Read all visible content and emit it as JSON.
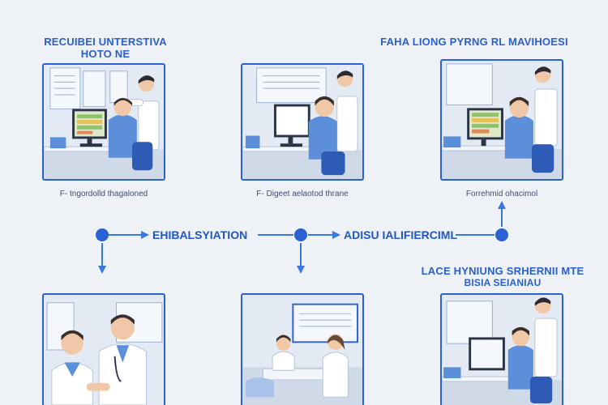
{
  "titles": {
    "top_left_line1": "RECUIBEI UNTERSTIVA",
    "top_left_line2": "HOTO NE",
    "top_right": "FAHA LIONG PYRNG RL MAVIHOESI",
    "bottom_right_line1": "LACE HYNIUNG SRHERNII MTE",
    "bottom_right_line2": "BISIA SEIANIAU"
  },
  "captions": {
    "panel1": "F- tngordolld thagaloned",
    "panel2": "F- Digeet aelaotod thrane",
    "panel3": "Forrehmid ohacimol"
  },
  "flow": {
    "label1": "EHIBALSYIATION",
    "label2": "ADISU IALIFIERCIML"
  },
  "colors": {
    "accent": "#2a62d6",
    "background": "#eef1f6",
    "panel_bg": "#dfe8f4",
    "coat": "#ffffff",
    "shirt": "#5b8fd9"
  }
}
